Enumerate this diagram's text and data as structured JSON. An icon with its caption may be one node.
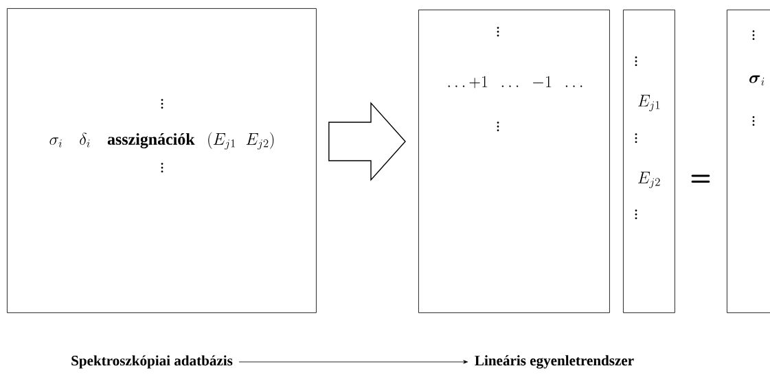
{
  "diagram": {
    "nodes": [
      {
        "text": [
          "\\vdots",
          "\\sigma_i \\quad \\delta_i \\quad \\textbf{asszignációk}\\;\\; \\left(E_{j1}\\;\\; E_{j2}\\right)",
          "\\vdots"
        ]
      },
      {
        "text": [
          "\\vdots",
          "\\dots{+}1\\;\\;\\dots\\;\\;{-}1\\;\\;\\dots",
          "\\vdots"
        ]
      },
      {
        "text": [
          "\\vdots",
          "E_{j1}",
          "\\vdots",
          "E_{j2}",
          "\\vdots"
        ]
      },
      {
        "text": [
          "\\vdots",
          "\\boldsymbol{\\sigma}_i",
          "\\vdots"
        ]
      },
      {
        "text": [
          "Spektroszkópiai adatbázis"
        ]
      },
      {
        "text": [
          "Lineáris egyenletrendszer"
        ]
      }
    ],
    "edges": [
      {
        "from": 0,
        "to": 1,
        "arrow": "to",
        "style": "thick"
      },
      {
        "from": 4,
        "to": 5,
        "arrow": "to"
      }
    ],
    "labels": [
      "="
    ]
  }
}
